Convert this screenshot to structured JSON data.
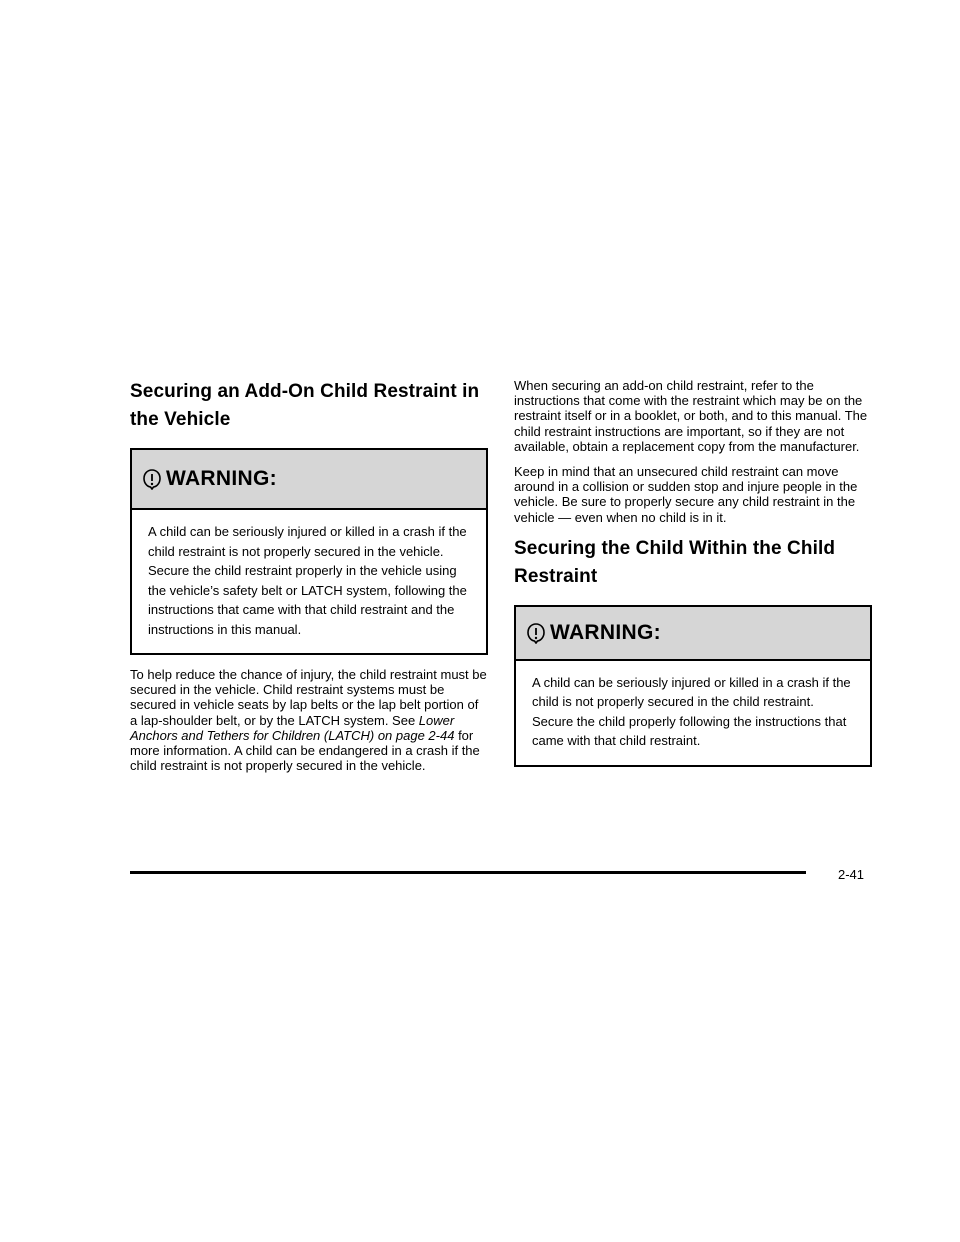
{
  "left": {
    "heading": "Securing an Add-On Child Restraint in the Vehicle",
    "warning": {
      "icon": "warning-icon",
      "title": "WARNING:",
      "text": "A child can be seriously injured or killed in a crash if the child restraint is not properly secured in the vehicle. Secure the child restraint properly in the vehicle using the vehicle’s safety belt or LATCH system, following the instructions that came with that child restraint and the instructions in this manual."
    },
    "para1_before": "To help reduce the chance of injury, the child restraint must be secured in the vehicle. Child restraint systems must be secured in vehicle seats by lap belts or the lap belt portion of a lap-shoulder belt, or by the LATCH system. See ",
    "para1_link": "Lower Anchors and Tethers for Children (LATCH) on page 2-44",
    "para1_after": " for more information. A child can be endangered in a crash if the child restraint is not properly secured in the vehicle."
  },
  "right": {
    "para1": "When securing an add-on child restraint, refer to the instructions that come with the restraint which may be on the restraint itself or in a booklet, or both, and to this manual. The child restraint instructions are important, so if they are not available, obtain a replacement copy from the manufacturer.",
    "para2": "Keep in mind that an unsecured child restraint can move around in a collision or sudden stop and injure people in the vehicle. Be sure to properly secure any child restraint in the vehicle — even when no child is in it.",
    "heading": "Securing the Child Within the Child Restraint",
    "warning": {
      "icon": "warning-icon",
      "title": "WARNING:",
      "text": "A child can be seriously injured or killed in a crash if the child is not properly secured in the child restraint. Secure the child properly following the instructions that came with that child restraint."
    }
  },
  "footer": {
    "page_number": "2-41"
  }
}
